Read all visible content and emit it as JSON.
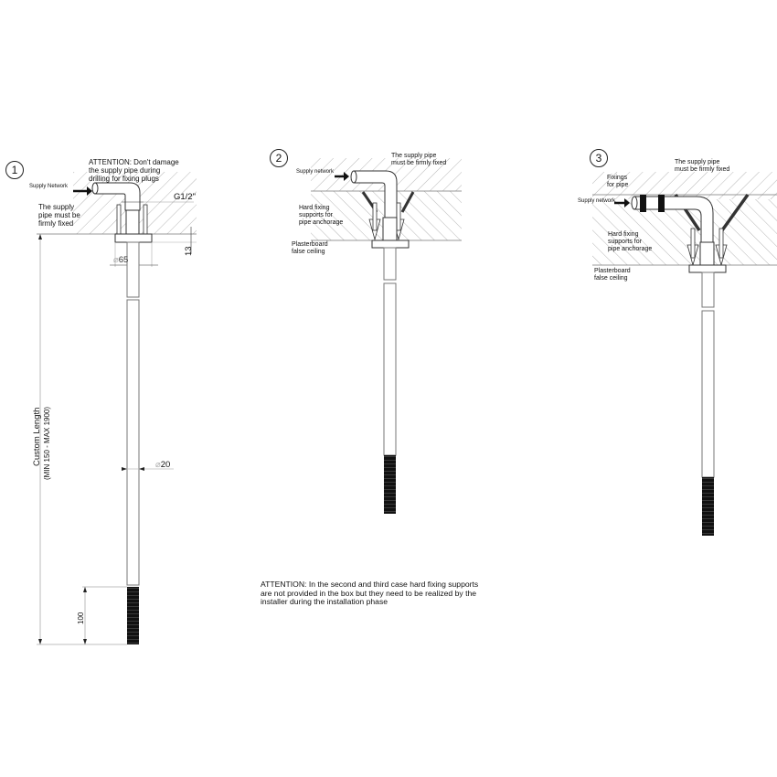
{
  "steps": [
    {
      "number": "1",
      "attention": "ATTENTION: Don't damage\nthe supply pipe during\ndrilling for fixing plugs",
      "supply_label": "Supply Network",
      "fixed_note": "The supply\npipe must be\nfirmly fixed",
      "thread": "G1/2\"",
      "flange_thickness": "13",
      "flange_diameter": "65",
      "pipe_diameter": "20",
      "custom_length_title": "Custom Length",
      "custom_length_range": "(MIN 150 - MAX 1900)",
      "grip_length": "100",
      "diameter_symbol": "⌀"
    },
    {
      "number": "2",
      "supply_label": "Supply network",
      "fixed_note": "The supply pipe\nmust be firmly fixed",
      "supports_note": "Hard fixing\nsupports for\npipe anchorage",
      "ceiling_note": "Plasterboard\nfalse ceiling"
    },
    {
      "number": "3",
      "supply_label": "Supply network",
      "fixed_note": "The supply pipe\nmust be firmly fixed",
      "fixings_note": "Fixings\nfor pipe",
      "supports_note": "Hard fixing\nsupports for\npipe anchorage",
      "ceiling_note": "Plasterboard\nfalse ceiling"
    }
  ],
  "footer_note": "ATTENTION: In the second and third case hard fixing supports\nare not provided in the box but they need to be realized by the\ninstaller during the installation phase",
  "colors": {
    "line": "#222222",
    "hatch": "#999999",
    "grip": "#111111"
  }
}
